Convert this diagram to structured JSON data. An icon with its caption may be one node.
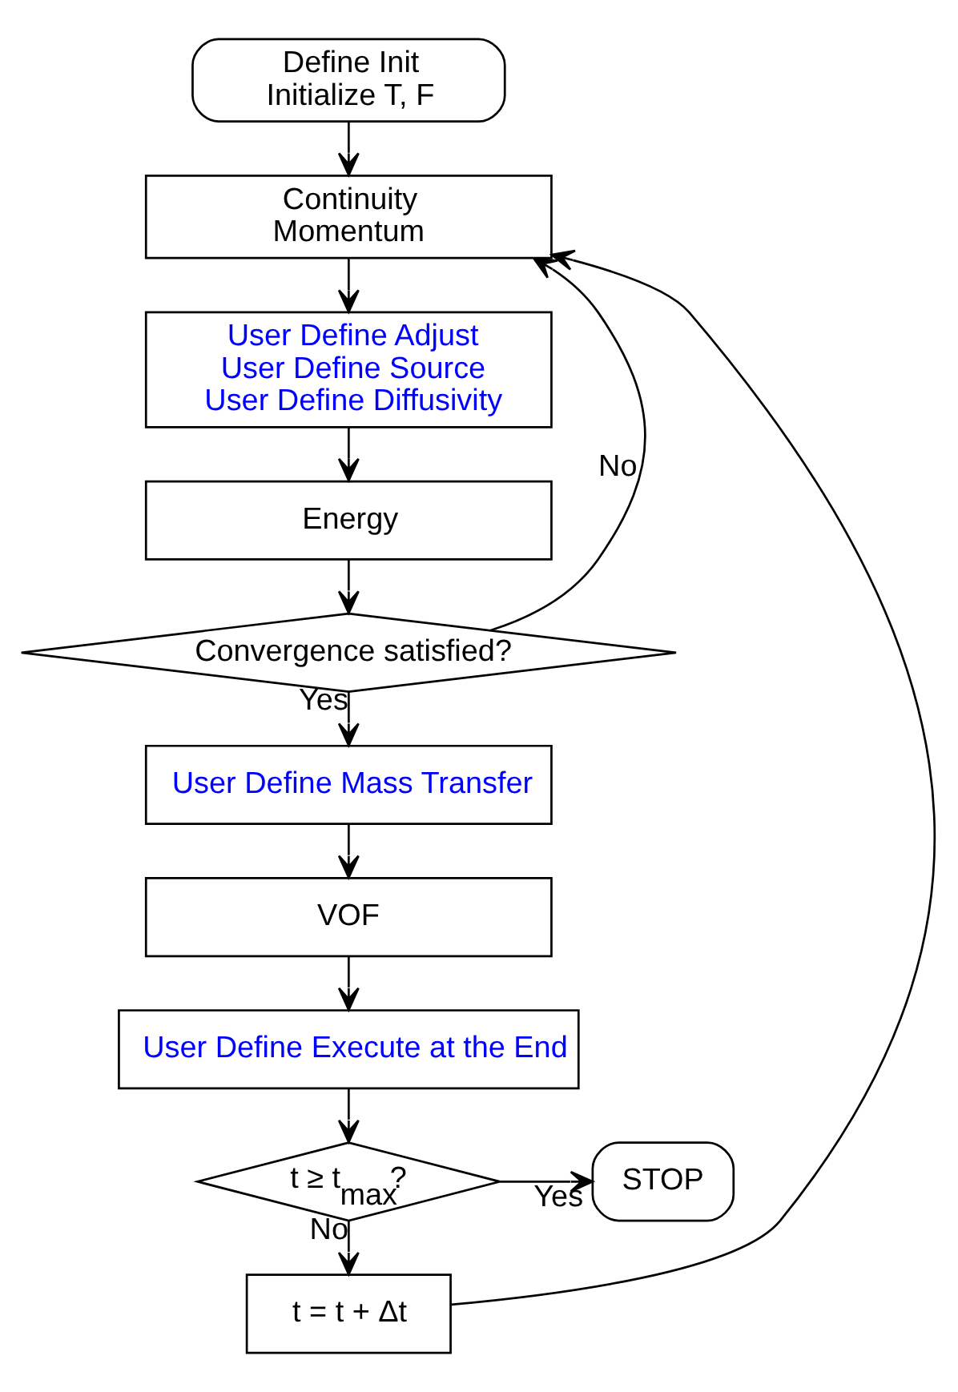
{
  "diagram": {
    "nodes": [
      {
        "text": [
          "Define Init",
          "Initialize T, F"
        ]
      },
      {
        "text": [
          "Continuity",
          "Momentum"
        ]
      },
      {
        "text": [
          "User Define Adjust",
          "User Define Source",
          "User Define Diffusivity"
        ]
      },
      {
        "text": [
          "Energy"
        ]
      },
      {
        "text": [
          "Convergence satisfied?"
        ]
      },
      {
        "text": [
          "User Define Mass Transfer"
        ]
      },
      {
        "text": [
          "VOF"
        ]
      },
      {
        "text": [
          "User Define Execute at the End"
        ]
      },
      {
        "text": [
          "t ≥ t$_{max}$?"
        ]
      },
      {
        "text": [
          "t = t + Δt"
        ]
      },
      {
        "text": [
          "STOP"
        ]
      }
    ],
    "edges": [
      {
        "from": 0,
        "to": 1,
        "arrow": "to"
      },
      {
        "from": 1,
        "to": 2,
        "arrow": "to"
      },
      {
        "from": 2,
        "to": 3,
        "arrow": "to"
      },
      {
        "from": 3,
        "to": 4,
        "arrow": "to"
      },
      {
        "from": 4,
        "to": 1,
        "arrow": "to",
        "label": "No"
      },
      {
        "from": 4,
        "to": 5,
        "arrow": "to",
        "label": "Yes"
      },
      {
        "from": 5,
        "to": 6,
        "arrow": "to"
      },
      {
        "from": 6,
        "to": 7,
        "arrow": "to"
      },
      {
        "from": 7,
        "to": 8,
        "arrow": "to"
      },
      {
        "from": 8,
        "to": 9,
        "arrow": "to",
        "label": "No"
      },
      {
        "from": 9,
        "to": 1,
        "arrow": "to"
      },
      {
        "from": 8,
        "to": 10,
        "arrow": "to",
        "label": "Yes"
      }
    ]
  }
}
